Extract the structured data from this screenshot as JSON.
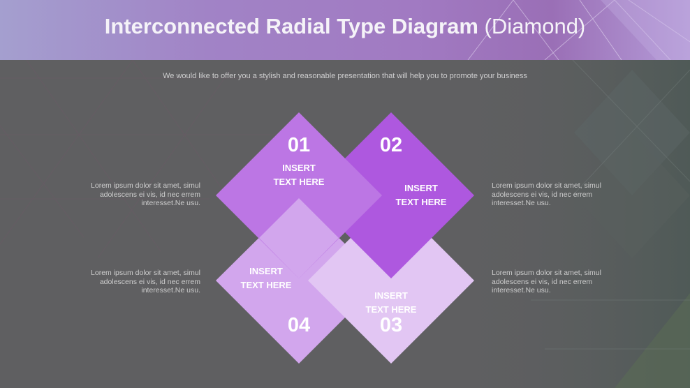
{
  "header": {
    "title_bold": "Interconnected Radial Type Diagram",
    "title_light": "(Diamond)"
  },
  "subtitle": "We would like to offer you a stylish and reasonable presentation that will help you to promote your business",
  "diagram": {
    "items": [
      {
        "number": "01",
        "line1": "INSERT",
        "line2": "TEXT HERE",
        "color": "#bc76e4"
      },
      {
        "number": "02",
        "line1": "INSERT",
        "line2": "TEXT HERE",
        "color": "#ae58df"
      },
      {
        "number": "03",
        "line1": "INSERT",
        "line2": "TEXT HERE",
        "color": "#e2c6f3"
      },
      {
        "number": "04",
        "line1": "INSERT",
        "line2": "TEXT HERE",
        "color": "#d2a6ed"
      }
    ]
  },
  "descriptions": {
    "left_top": {
      "line1": "Lorem ipsum dolor sit amet, simul",
      "line2": "adolescens ei vis, id nec errem",
      "line3": "interesset.Ne usu."
    },
    "left_bottom": {
      "line1": "Lorem ipsum dolor sit amet, simul",
      "line2": "adolescens ei vis, id nec errem",
      "line3": "interesset.Ne usu."
    },
    "right_top": {
      "line1": "Lorem ipsum dolor sit amet, simul",
      "line2": "adolescens ei vis, id nec errem",
      "line3": "interesset.Ne usu."
    },
    "right_bottom": {
      "line1": "Lorem ipsum dolor sit amet, simul",
      "line2": "adolescens ei vis, id nec errem",
      "line3": "interesset.Ne usu."
    }
  }
}
